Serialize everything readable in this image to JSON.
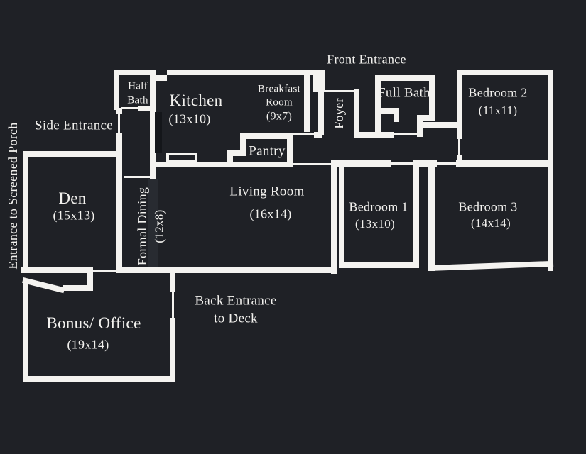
{
  "colors": {
    "background": "#1f2126",
    "wall": "#f4f3f0",
    "text": "#f2f1ee"
  },
  "entrances": {
    "front": "Front Entrance",
    "side": "Side Entrance",
    "screened_porch": "Entrance to Screened Porch",
    "back_line1": "Back Entrance",
    "back_line2": "to Deck"
  },
  "rooms": {
    "half_bath": {
      "line1": "Half",
      "line2": "Bath"
    },
    "kitchen": {
      "name": "Kitchen",
      "dims": "(13x10)"
    },
    "breakfast_room": {
      "line1": "Breakfast",
      "line2": "Room",
      "dims": "(9x7)"
    },
    "pantry": {
      "name": "Pantry"
    },
    "foyer": {
      "name": "Foyer"
    },
    "full_bath": {
      "name": "Full Bath"
    },
    "bedroom_2": {
      "name": "Bedroom 2",
      "dims": "(11x11)"
    },
    "den": {
      "name": "Den",
      "dims": "(15x13)"
    },
    "formal_dining": {
      "name": "Formal Dining",
      "dims": "(12x8)"
    },
    "living_room": {
      "name": "Living Room",
      "dims": "(16x14)"
    },
    "bedroom_1": {
      "name": "Bedroom 1",
      "dims": "(13x10)"
    },
    "bedroom_3": {
      "name": "Bedroom 3",
      "dims": "(14x14)"
    },
    "bonus_office": {
      "name": "Bonus/ Office",
      "dims": "(19x14)"
    }
  }
}
